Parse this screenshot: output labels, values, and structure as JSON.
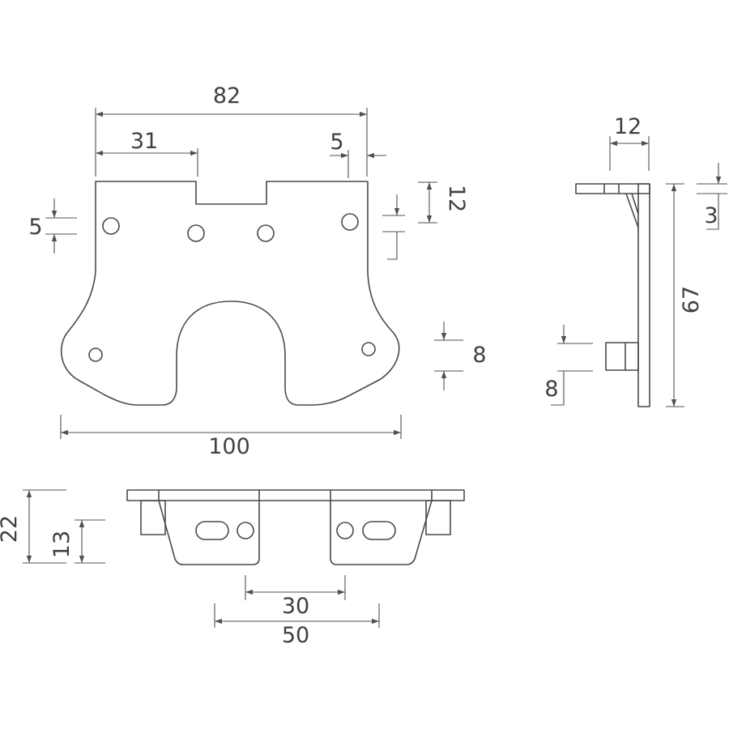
{
  "drawing": {
    "front_view": {
      "overall_width": "82",
      "notch_offset": "31",
      "right_gap": "5",
      "left_hole_offset": "5",
      "right_top_offset": "12",
      "lower_hole_offset": "8",
      "base_width": "100"
    },
    "side_view": {
      "flange_width": "12",
      "top_thickness": "3",
      "height": "67",
      "tab_height": "8"
    },
    "bottom_view": {
      "height_outer": "22",
      "height_inner": "13",
      "slot_spacing": "30",
      "tab_spacing": "50"
    }
  }
}
